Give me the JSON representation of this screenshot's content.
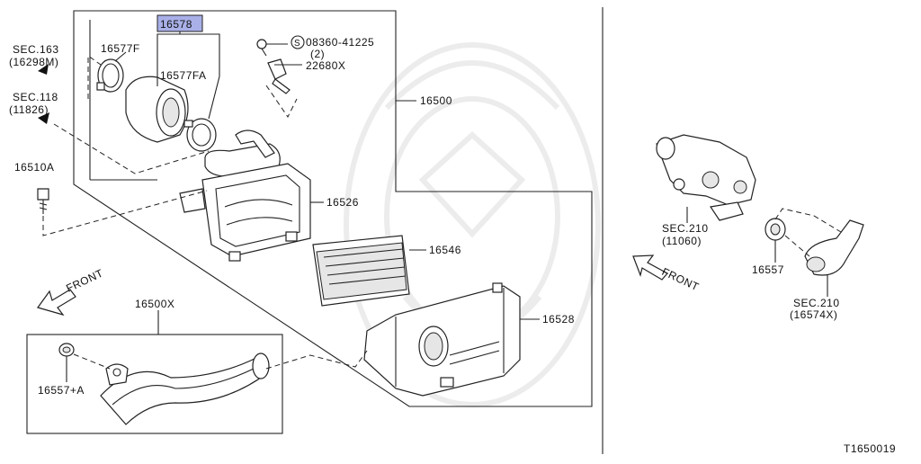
{
  "diagram": {
    "highlight_color": "#a9b0e8",
    "labels": {
      "p16578": "16578",
      "p16577f": "16577F",
      "p16577fa": "16577FA",
      "bolt_code": "08360-41225",
      "bolt_qty": "(2)",
      "p22680x": "22680X",
      "p16500": "16500",
      "sec163": "SEC.163",
      "sec163_ref": "(16298M)",
      "sec118": "SEC.118",
      "sec118_ref": "(11826)",
      "p16510a": "16510A",
      "p16526": "16526",
      "p16546": "16546",
      "front_left": "FRONT",
      "p16500x": "16500X",
      "p16528": "16528",
      "p16557a": "16557+A",
      "sec210a": "SEC.210",
      "sec210a_ref": "(11060)",
      "p16557": "16557",
      "front_right": "FRONT",
      "sec210b": "SEC.210",
      "sec210b_ref": "(16574X)",
      "diagram_code": "T1650019"
    }
  }
}
